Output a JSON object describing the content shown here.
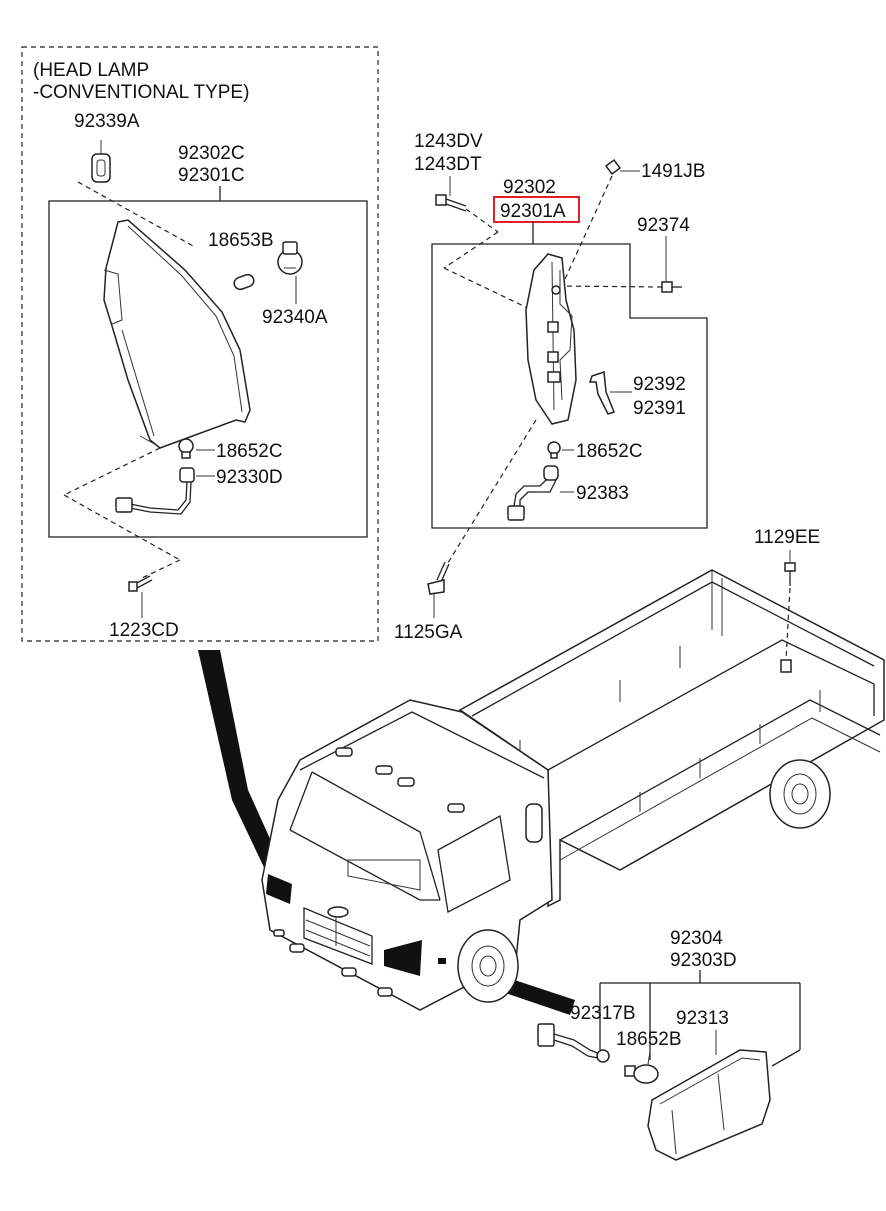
{
  "headlamp_box": {
    "title_line1": "(HEAD LAMP",
    "title_line2": "-CONVENTIONAL TYPE)"
  },
  "labels": {
    "p92339A": "92339A",
    "p92302C": "92302C",
    "p92301C": "92301C",
    "p18653B": "18653B",
    "p92340A": "92340A",
    "p18652C_left": "18652C",
    "p92330D": "92330D",
    "p1223CD": "1223CD",
    "p1243DV": "1243DV",
    "p1243DT": "1243DT",
    "p92302": "92302",
    "p92301A": "92301A",
    "p1491JB": "1491JB",
    "p92374": "92374",
    "p92392": "92392",
    "p92391": "92391",
    "p18652C_right": "18652C",
    "p92383": "92383",
    "p1125GA": "1125GA",
    "p1129EE": "1129EE",
    "p92304": "92304",
    "p92303D": "92303D",
    "p92317B": "92317B",
    "p92313": "92313",
    "p18652B": "18652B"
  },
  "highlight_color": "#e0202a"
}
